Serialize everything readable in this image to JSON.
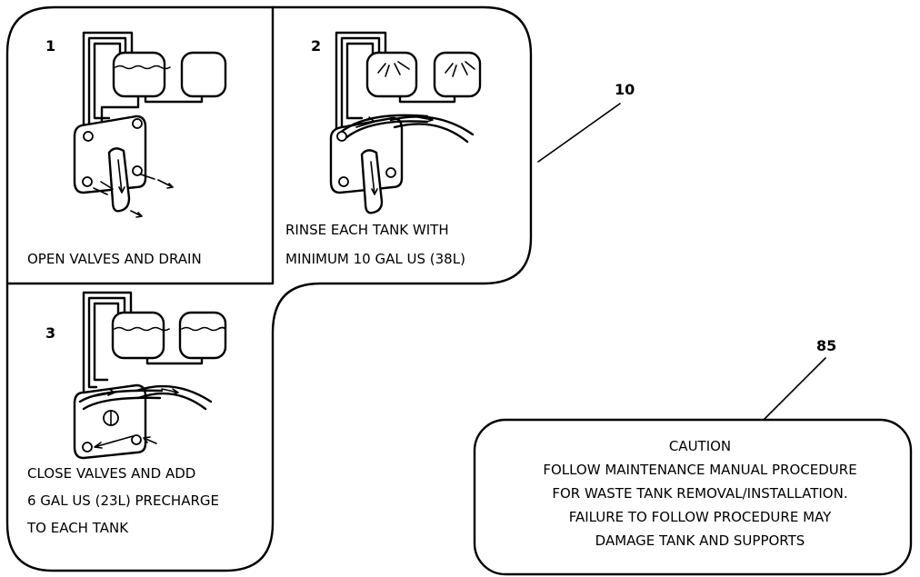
{
  "panels": [
    {
      "number": "1",
      "caption": [
        "OPEN VALVES AND DRAIN"
      ]
    },
    {
      "number": "2",
      "caption": [
        "RINSE EACH TANK WITH",
        "MINIMUM 10 GAL US (38L)"
      ]
    },
    {
      "number": "3",
      "caption": [
        "CLOSE VALVES AND ADD",
        "6 GAL US (23L) PRECHARGE",
        "TO EACH TANK"
      ]
    }
  ],
  "callouts": {
    "decal_ref": "10",
    "caution_ref": "85"
  },
  "caution": {
    "title": "CAUTION",
    "lines": [
      "FOLLOW MAINTENANCE MANUAL PROCEDURE",
      "FOR WASTE TANK REMOVAL/INSTALLATION.",
      "FAILURE TO FOLLOW PROCEDURE MAY",
      "DAMAGE TANK AND SUPPORTS"
    ]
  }
}
